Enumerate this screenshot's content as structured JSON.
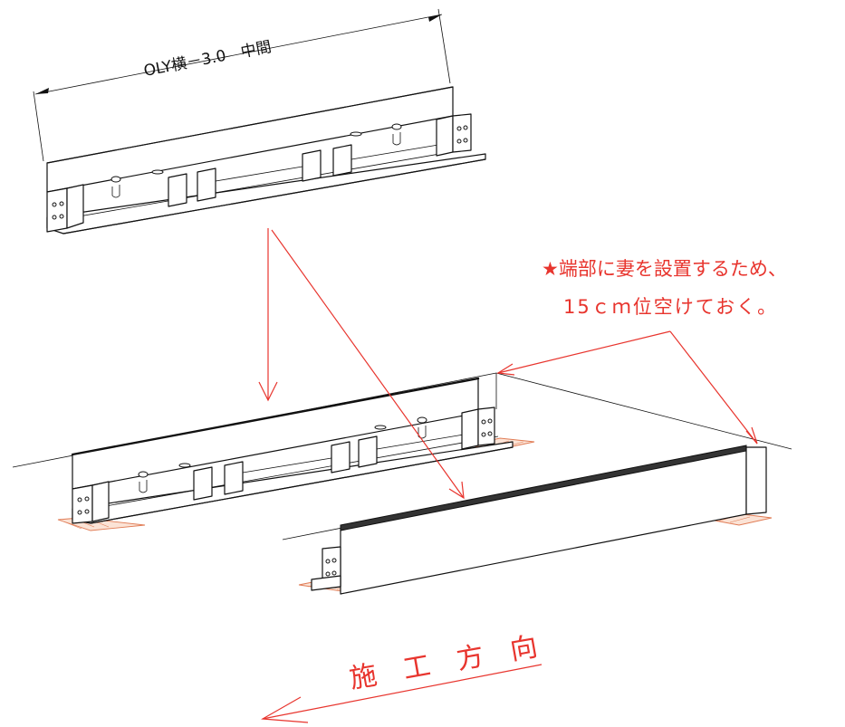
{
  "dimension_label": "OLY横－3.0　中間",
  "note_line1": "★端部に妻を設置するため、",
  "note_line2": "15ｃｍ位空けておく。",
  "direction_label": "施　工　方　向",
  "colors": {
    "line": "#111111",
    "annotation": "#e8352e",
    "pad": "#e07b54"
  }
}
